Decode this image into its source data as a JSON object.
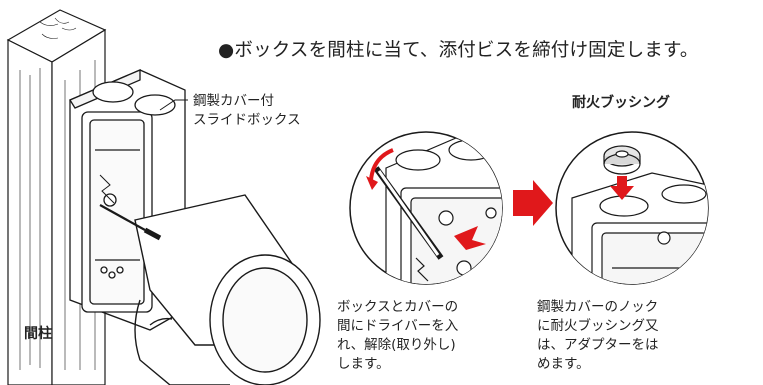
{
  "headline": "●ボックスを間柱に当て、添付ビスを締付け固定します。",
  "labels": {
    "box": "鋼製カバー付\nスライドボックス",
    "box_line1": "鋼製カバー付",
    "box_line2": "スライドボックス",
    "post": "間柱",
    "bushing": "耐火ブッシング"
  },
  "captions": {
    "step1": "ボックスとカバーの\n間にドライバーを入\nれ、解除(取り外し)\nします。",
    "step2": "鋼製カバーのノック\nに耐火ブッシング又\nは、アダプターをは\nめます。"
  },
  "colors": {
    "line": "#1a1a1a",
    "arrow_red": "#e0181b",
    "accent_fill": "#f0f0f0"
  },
  "icons": {
    "step_arrow": "right-arrow",
    "push_arrow": "down-arrow",
    "rotate_arrow": "curved-arrow"
  }
}
